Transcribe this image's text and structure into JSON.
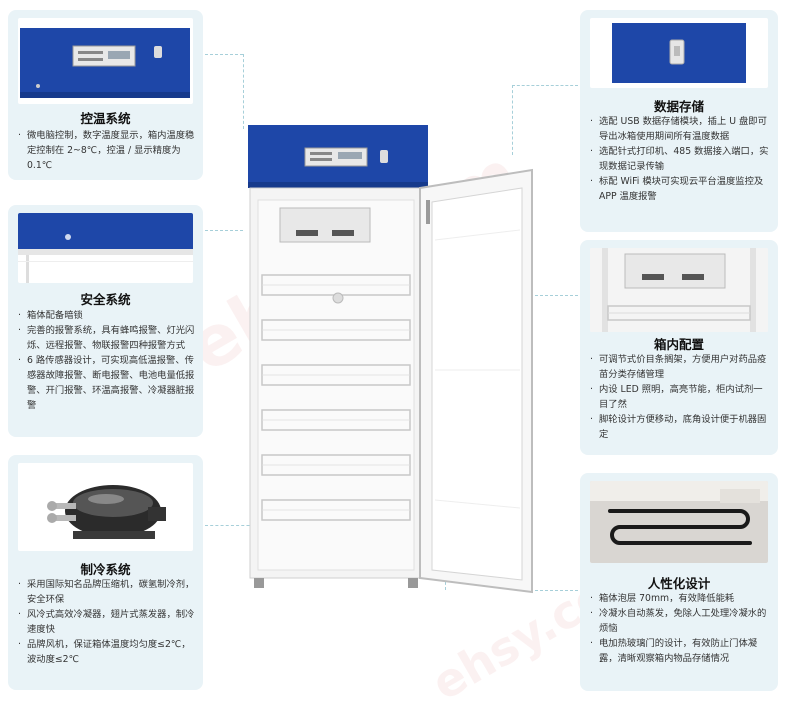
{
  "colors": {
    "accent_blue": "#1e47a8",
    "card_bg": "#e9f3f7",
    "dash_line": "#a6cfd9"
  },
  "watermark": "ehsy.com",
  "sections": {
    "temp_control": {
      "title": "控温系统",
      "bullets": [
        "微电脑控制，数字温度显示，箱内温度稳定控制在 2~8℃，控温 / 显示精度为 0.1℃"
      ]
    },
    "safety": {
      "title": "安全系统",
      "bullets": [
        "箱体配备暗锁",
        "完善的报警系统，具有蜂鸣报警、灯光闪烁、远程报警、物联报警四种报警方式",
        "6 路传感器设计，可实现高低温报警、传感器故障报警、断电报警、电池电量低报警、开门报警、环温高报警、冷凝器脏报警"
      ]
    },
    "refrigeration": {
      "title": "制冷系统",
      "bullets": [
        "采用国际知名品牌压缩机，碳氢制冷剂，安全环保",
        "风冷式高效冷凝器，翅片式蒸发器，制冷速度快",
        "品牌风机，保证箱体温度均匀度≤2℃，波动度≤2℃"
      ]
    },
    "data_storage": {
      "title": "数据存储",
      "bullets": [
        "选配 USB 数据存储模块，插上 U 盘即可导出冰箱使用期间所有温度数据",
        "选配针式打印机、485 数据接入端口，实现数据记录传输",
        "标配 WiFi 模块可实现云平台温度监控及 APP 温度报警"
      ]
    },
    "interior": {
      "title": "箱内配置",
      "bullets": [
        "可调节式价目条搁架，方便用户对药品疫苗分类存储管理",
        "内设 LED 照明，高亮节能，柜内试剂一目了然",
        "脚轮设计方便移动，底角设计便于机器固定"
      ]
    },
    "humanized": {
      "title": "人性化设计",
      "bullets": [
        "箱体泡层 70mm，有效降低能耗",
        "冷凝水自动蒸发，免除人工处理冷凝水的烦恼",
        "电加热玻璃门的设计，有效防止门体凝露，清晰观察箱内物品存储情况"
      ]
    }
  }
}
